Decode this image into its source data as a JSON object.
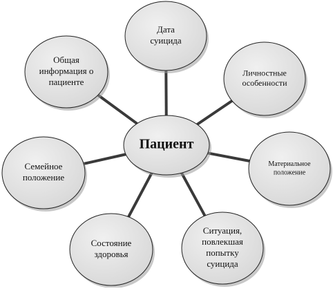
{
  "diagram": {
    "center": {
      "label": "Пациент"
    },
    "nodes": [
      {
        "id": "suicide-date",
        "lines": [
          "Дата",
          "суицида"
        ]
      },
      {
        "id": "personal-traits",
        "lines": [
          "Личностные",
          "особенности"
        ]
      },
      {
        "id": "financial-status",
        "lines": [
          "Материальное",
          "положение"
        ]
      },
      {
        "id": "situation",
        "lines": [
          "Ситуация,",
          "повлекшая",
          "попытку",
          "суицида"
        ]
      },
      {
        "id": "health-status",
        "lines": [
          "Состояние",
          "здоровья"
        ]
      },
      {
        "id": "family-status",
        "lines": [
          "Семейное",
          "положение"
        ]
      },
      {
        "id": "general-info",
        "lines": [
          "Общая",
          "информация о",
          "пациенте"
        ]
      }
    ],
    "colors": {
      "fill": "#e3e3e3",
      "stroke": "#222222",
      "connector": "#3a3a3a",
      "shadow": "#9a9a9a"
    }
  }
}
